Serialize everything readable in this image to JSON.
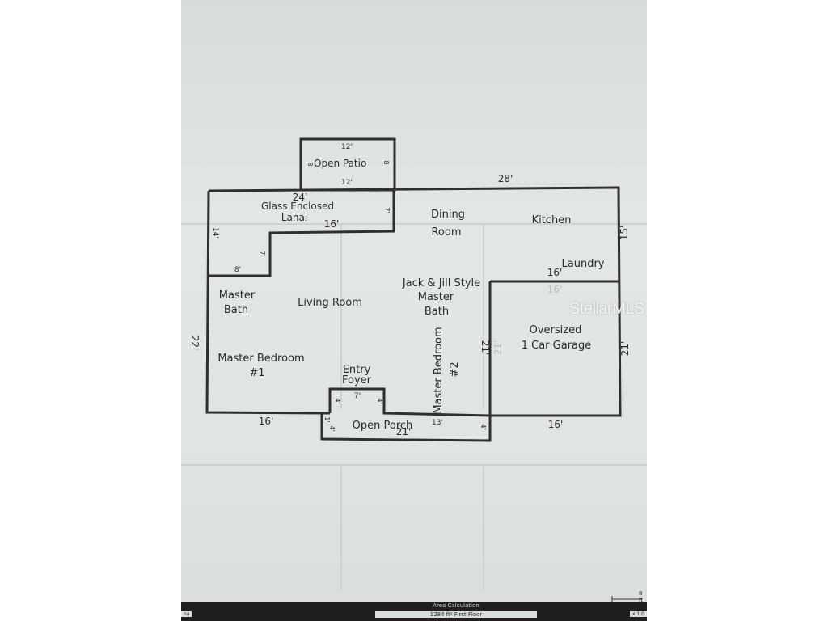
{
  "floorplan": {
    "rooms": {
      "open_patio": "Open Patio",
      "lanai_line1": "Glass Enclosed",
      "lanai_line2": "Lanai",
      "dining_line1": "Dining",
      "dining_line2": "Room",
      "kitchen": "Kitchen",
      "laundry": "Laundry",
      "jack_jill_line1": "Jack & Jill Style",
      "jack_jill_line2": "Master",
      "jack_jill_line3": "Bath",
      "master_bath_line1": "Master",
      "master_bath_line2": "Bath",
      "living_room": "Living Room",
      "master_bedroom1_line1": "Master Bedroom",
      "master_bedroom1_line2": "#1",
      "master_bedroom2_line1": "Master Bedroom",
      "master_bedroom2_line2": "#2",
      "entry_line1": "Entry",
      "entry_line2": "Foyer",
      "garage_line1": "Oversized",
      "garage_line2": "1 Car Garage",
      "open_porch": "Open Porch"
    },
    "dimensions": {
      "patio_top": "12'",
      "patio_bottom": "12'",
      "patio_left": "8",
      "patio_right": "8",
      "top_28": "28'",
      "top_24": "24'",
      "lanai_16": "16'",
      "lanai_right_7": "7'",
      "left_14": "14'",
      "inner_7": "7'",
      "inner_8": "8'",
      "right_15": "15'",
      "laundry_16": "16'",
      "laundry_16_faint": "16'",
      "left_22": "22'",
      "bedroom2_21": "21'",
      "garage_left_21": "21'",
      "garage_right_21": "21'",
      "bottom_left_16": "16'",
      "bottom_right_16": "16'",
      "foyer_7": "7'",
      "foyer_left_4": "4'",
      "foyer_right_4": "4'",
      "porch_left_1": "1'",
      "porch_left_4": "4'",
      "porch_13": "13'",
      "porch_right_4": "4'",
      "porch_21": "21'"
    }
  },
  "watermark": "StellarMLS",
  "footer": {
    "title": "Area Calculation",
    "area": "1284 ft² First Floor",
    "left": "na",
    "right": "x 1.0",
    "scale": "8 ft"
  },
  "colors": {
    "paper": "#dfe3e2",
    "wall": "#2f2f2f",
    "text": "#2a2a2a",
    "footer_bar": "#1f1f1f"
  }
}
